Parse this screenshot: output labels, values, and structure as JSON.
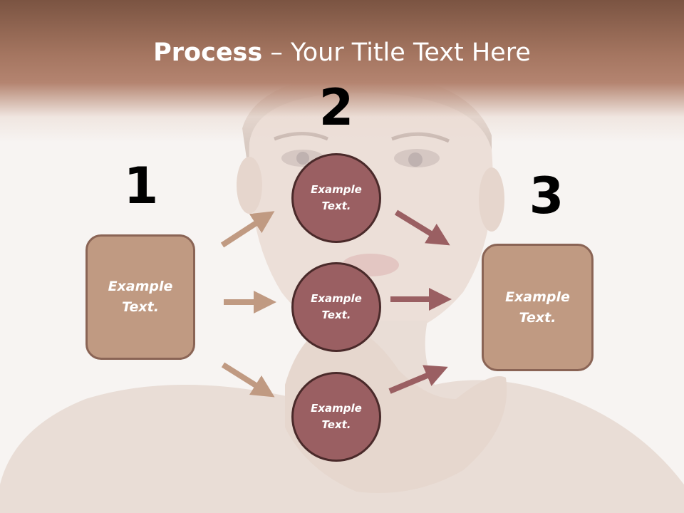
{
  "title": {
    "bold": "Process",
    "rest": " – Your Title Text Here"
  },
  "steps": [
    {
      "number": "1",
      "box_text": "Example\nText."
    },
    {
      "number": "2",
      "circles": [
        "Example\nText.",
        "Example\nText.",
        "Example\nText."
      ]
    },
    {
      "number": "3",
      "box_text": "Example\nText."
    }
  ],
  "colors": {
    "header": "#a47560",
    "box_fill": "#c09a82",
    "circle_fill": "#9a5f62",
    "arrow_left": "#c09a82",
    "arrow_right": "#9a5f62"
  },
  "background_image": "faded portrait of a woman with hand near chin"
}
